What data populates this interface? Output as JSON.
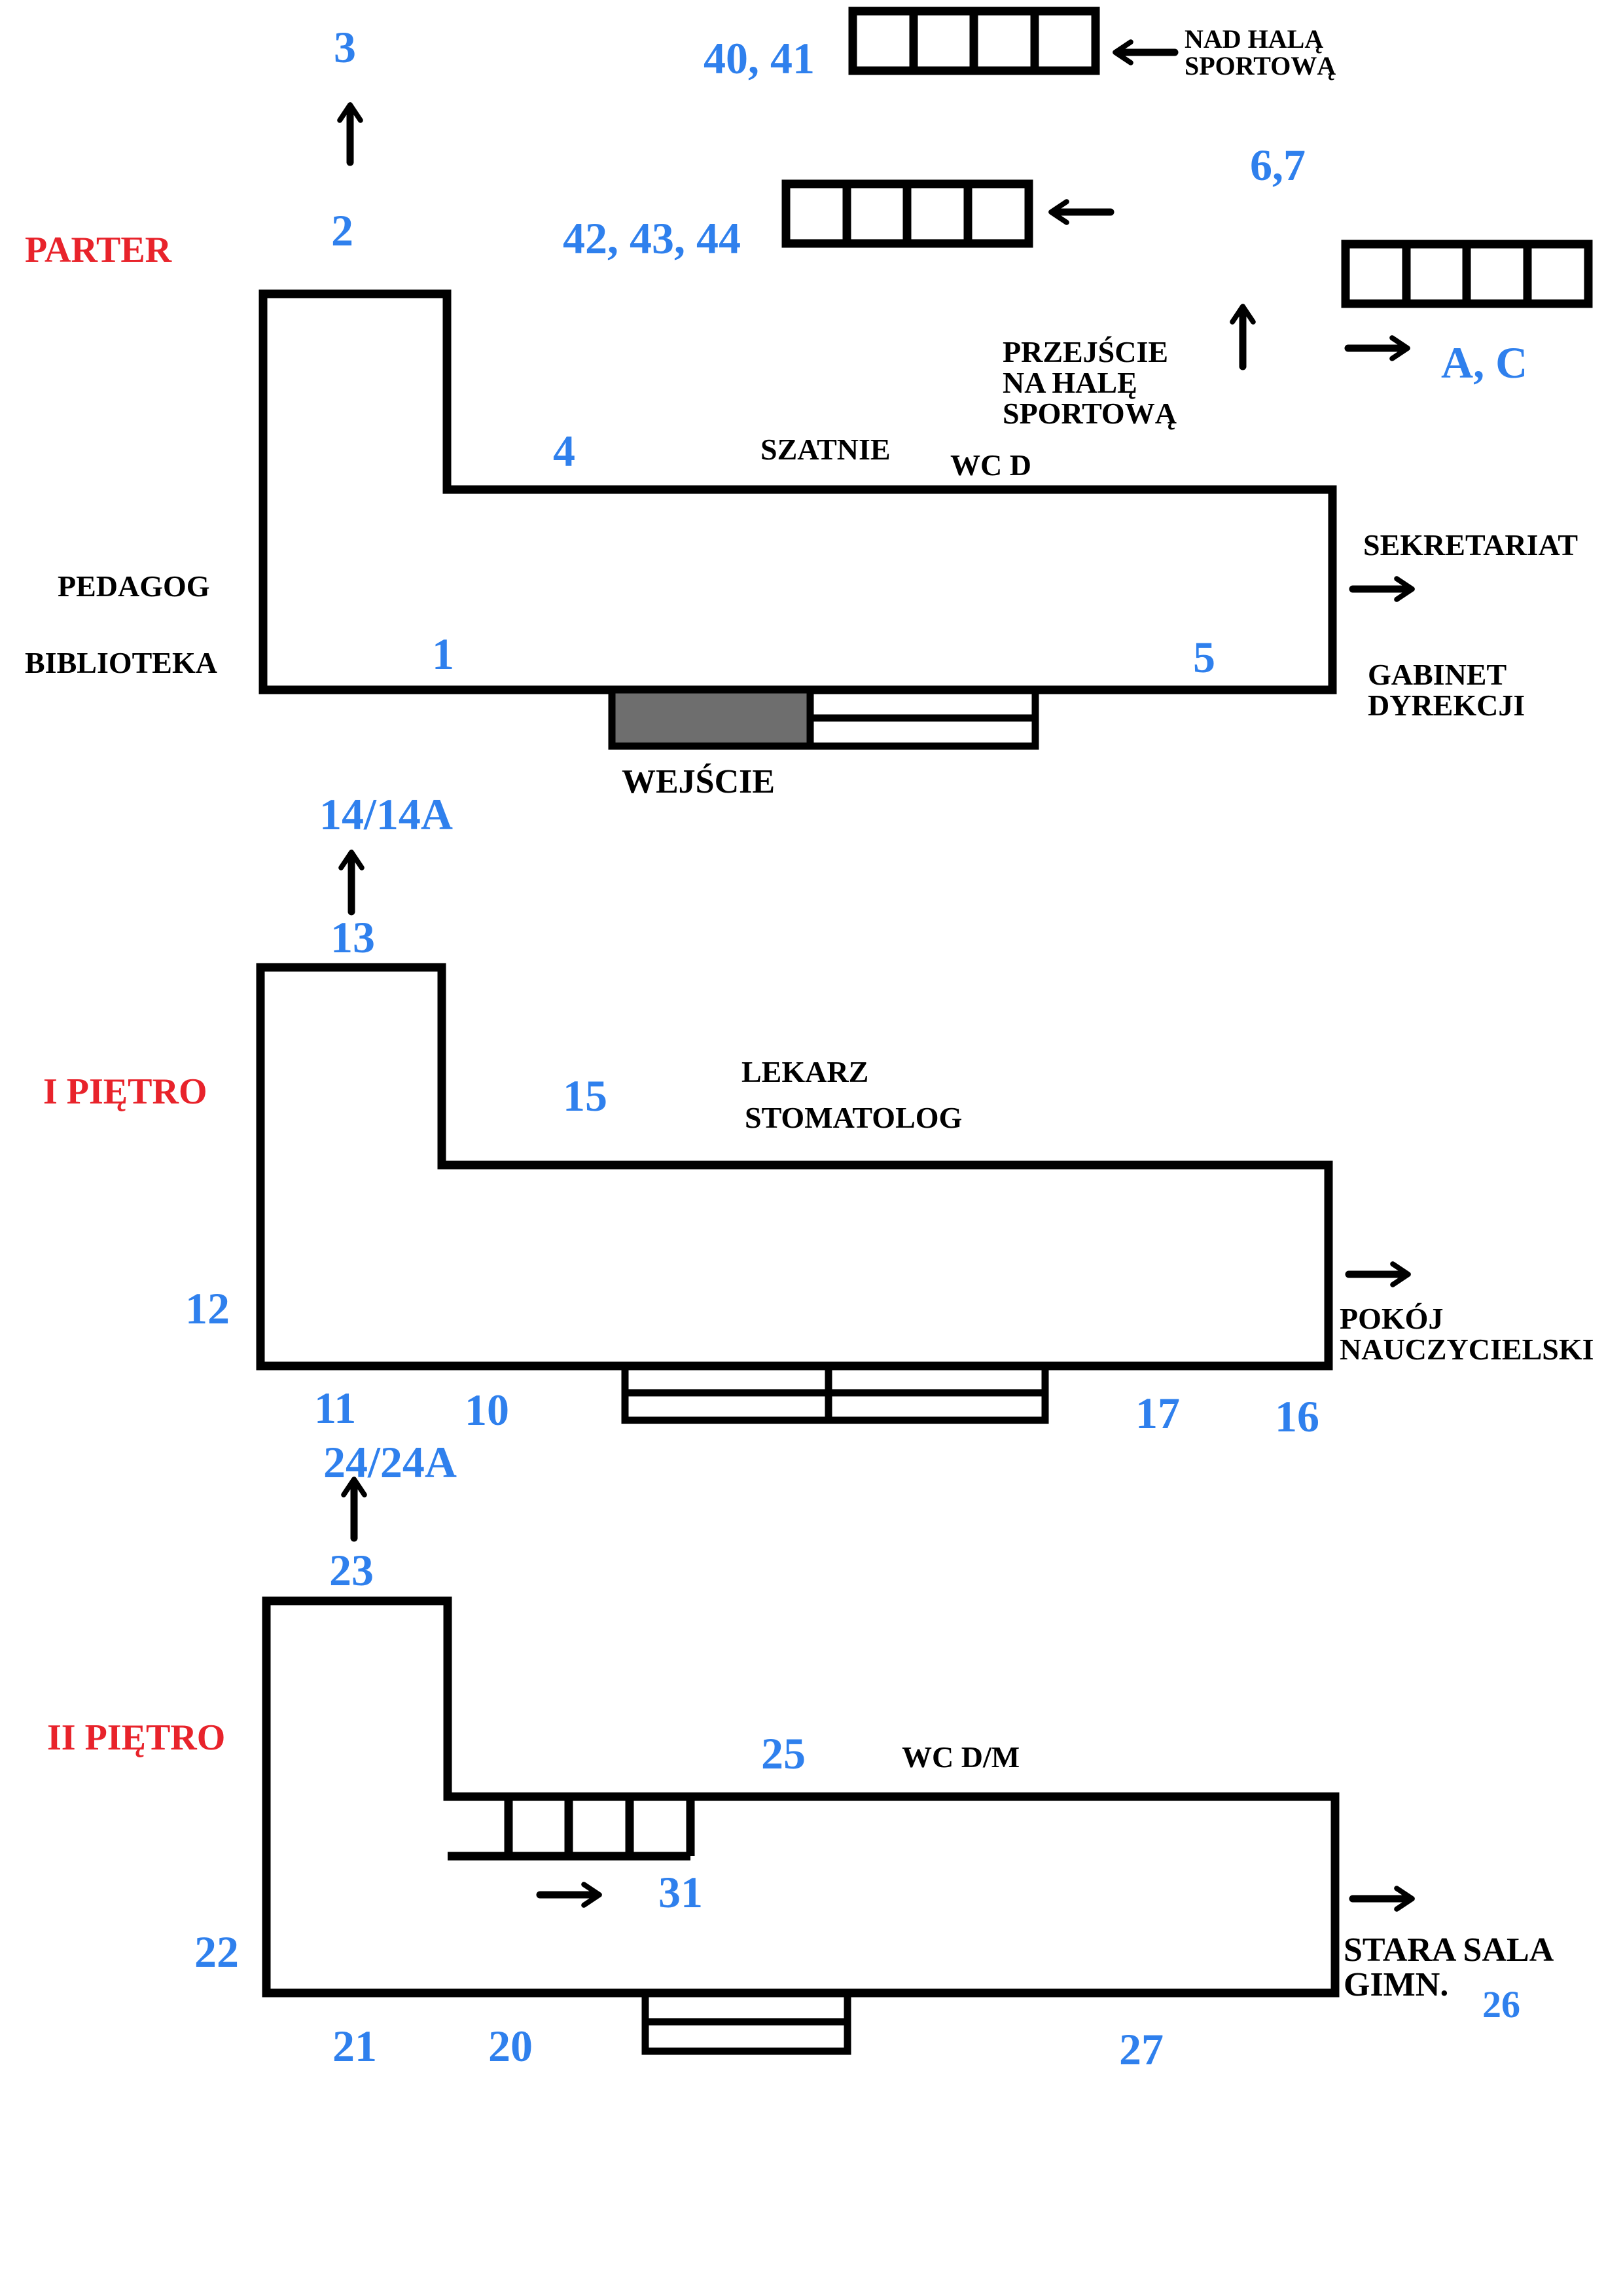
{
  "colors": {
    "room_number": "#2f80ed",
    "floor_label": "#e8232b",
    "outline": "#000000",
    "entrance_fill": "#6e6e6e"
  },
  "floors": {
    "parter": "PARTER",
    "pietro_1": "I PIĘTRO",
    "pietro_2": "II PIĘTRO"
  },
  "parter": {
    "rooms": {
      "r3": "3",
      "r2": "2",
      "r40_41": "40, 41",
      "r42_44": "42, 43, 44",
      "r6_7": "6,7",
      "r_ac": "A, C",
      "r4": "4",
      "r1": "1",
      "r5": "5"
    },
    "labels": {
      "nad_hala": "NAD HALĄ\nSPORTOWĄ",
      "przejscie": "PRZEJŚCIE\nNA HALĘ\nSPORTOWĄ",
      "szatnie": "SZATNIE",
      "wc": "WC D",
      "sekretariat": "SEKRETARIAT",
      "pedagog": "PEDAGOG",
      "biblioteka": "BIBLIOTEKA",
      "gabinet": "GABINET\nDYREKCJI",
      "wejscie": "WEJŚCIE"
    }
  },
  "pietro_1": {
    "rooms": {
      "r14": "14/14A",
      "r13": "13",
      "r15": "15",
      "r12": "12",
      "r11": "11",
      "r10": "10",
      "r17": "17",
      "r16": "16"
    },
    "labels": {
      "lekarz": "LEKARZ",
      "stomatolog": "STOMATOLOG",
      "pokoj": "POKÓJ\nNAUCZYCIELSKI"
    }
  },
  "pietro_2": {
    "rooms": {
      "r24": "24/24A",
      "r23": "23",
      "r25": "25",
      "r31": "31",
      "r22": "22",
      "r21": "21",
      "r20": "20",
      "r27": "27",
      "r26": "26"
    },
    "labels": {
      "wc": "WC D/M",
      "stara_sala": "STARA SALA\nGIMN."
    }
  }
}
